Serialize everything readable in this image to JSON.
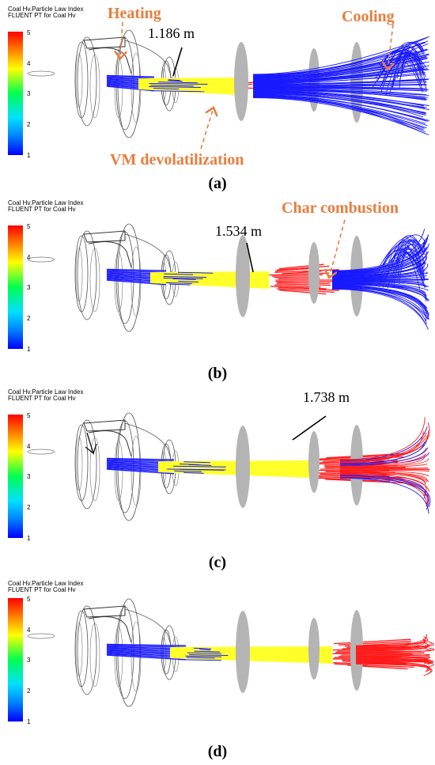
{
  "legend": {
    "title_line1": "Coal Hv.Particle Law Index",
    "title_line2": "FLUENT PT for Coal Hv",
    "ticks": [
      "5",
      "4",
      "3",
      "2",
      "1"
    ]
  },
  "panels": [
    {
      "id": "a",
      "caption": "(a)",
      "length_label": "1.186 m",
      "annotations": {
        "heating": "Heating",
        "cooling": "Cooling",
        "vm": "VM devolatilization"
      }
    },
    {
      "id": "b",
      "caption": "(b)",
      "length_label": "1.534 m",
      "annotations": {
        "char": "Char combustion"
      }
    },
    {
      "id": "c",
      "caption": "(c)",
      "length_label": "1.738 m",
      "annotations": {}
    },
    {
      "id": "d",
      "caption": "(d)",
      "length_label": "",
      "annotations": {}
    }
  ],
  "colors": {
    "law1": "#1a1aff",
    "law3": "#ffff2a",
    "law5": "#ff1a1a",
    "annotation": "#e87d3e",
    "disc": "#b4b4b4"
  }
}
